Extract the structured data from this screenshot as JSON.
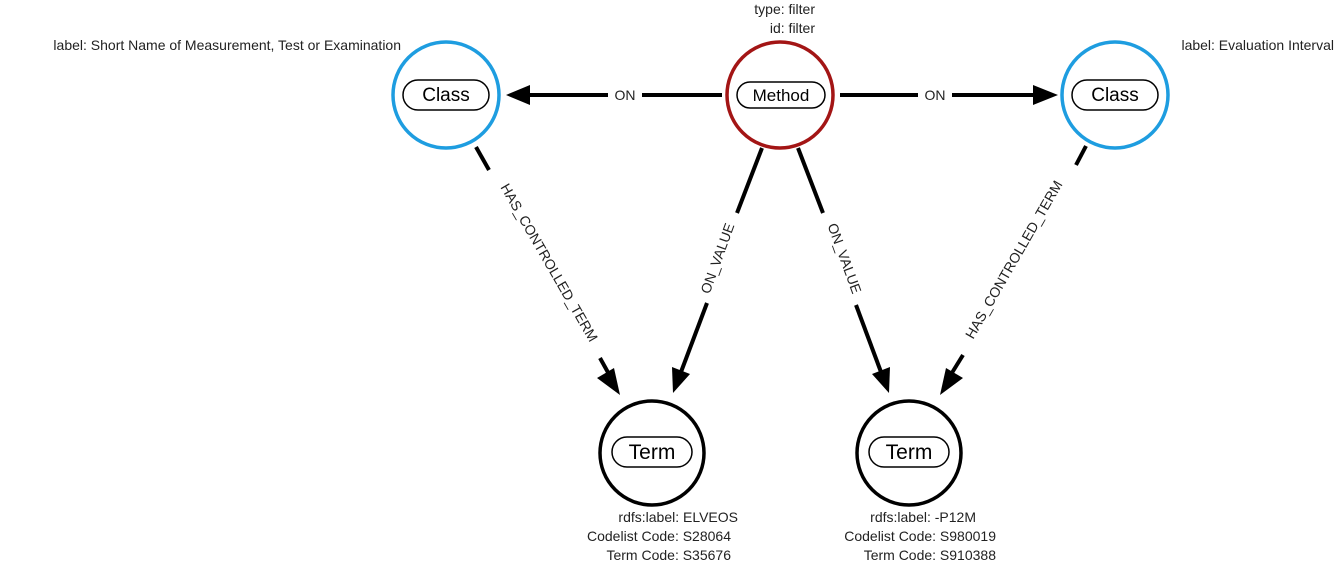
{
  "colors": {
    "method_border": "#a31515",
    "class_border": "#1e9de0",
    "term_border": "#000000",
    "edge": "#000000"
  },
  "nodes": {
    "method": {
      "label": "Method",
      "type_text": "type: filter",
      "id_text": "id: filter"
    },
    "class_left": {
      "label": "Class",
      "annotation": "label: Short Name of Measurement, Test or Examination"
    },
    "class_right": {
      "label": "Class",
      "annotation": "label: Evaluation Interval"
    },
    "term_left": {
      "label": "Term",
      "rdfs_label": "rdfs:label: ELVEOS",
      "codelist_code": "Codelist Code: S28064",
      "term_code": "Term Code: S35676"
    },
    "term_right": {
      "label": "Term",
      "rdfs_label": "rdfs:label: -P12M",
      "codelist_code": "Codelist Code: S980019",
      "term_code": "Term Code: S910388"
    }
  },
  "edges": {
    "method_to_class_left": "ON",
    "method_to_class_right": "ON",
    "class_left_to_term_left": "HAS_CONTROLLED_TERM",
    "method_to_term_left": "ON_VALUE",
    "method_to_term_right": "ON_VALUE",
    "class_right_to_term_right": "HAS_CONTROLLED_TERM"
  }
}
